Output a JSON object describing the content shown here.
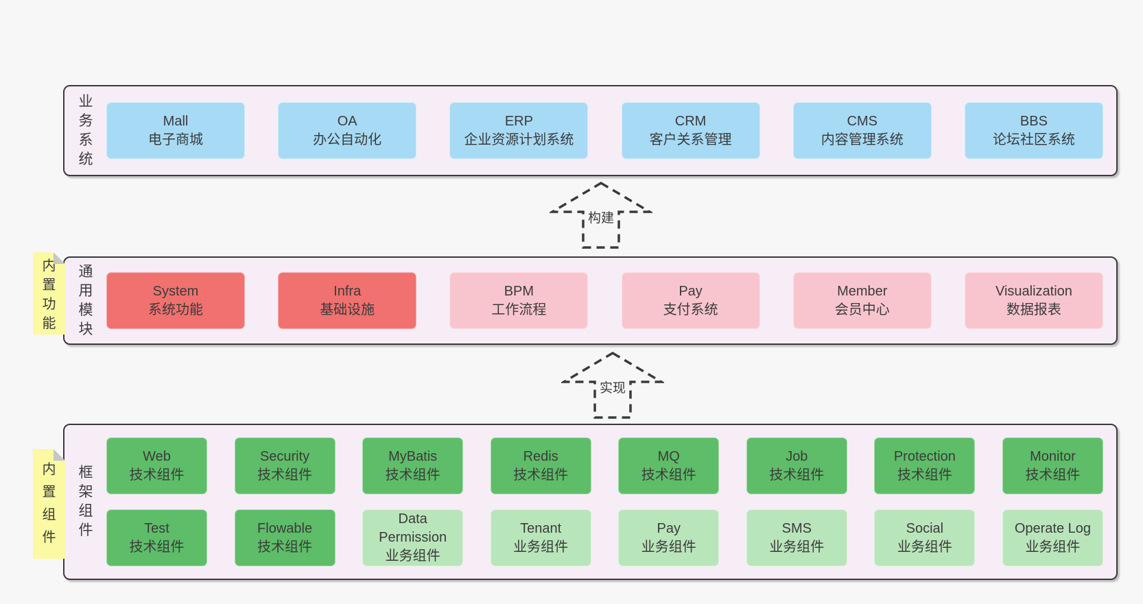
{
  "palette": {
    "page_bg": "#f7f7f7",
    "band_bg": "#f7edf6",
    "band_border": "#3a3a3a",
    "blue": "#a7daf5",
    "red": "#f0716f",
    "pink": "#f8c5ce",
    "green": "#5ebd68",
    "light_green": "#b9e5bb",
    "sticky_yellow": "#fbf9a1",
    "sticky_fold": "#c6c6c6",
    "text": "#3b3b3b"
  },
  "arrows": [
    {
      "label": "构建"
    },
    {
      "label": "实现"
    }
  ],
  "stickies": [
    {
      "label": "内置功能"
    },
    {
      "label": "内置组件"
    }
  ],
  "bands": [
    {
      "label": "业务系统",
      "boxes": [
        {
          "title": "Mall",
          "subtitle": "电子商城"
        },
        {
          "title": "OA",
          "subtitle": "办公自动化"
        },
        {
          "title": "ERP",
          "subtitle": "企业资源计划系统"
        },
        {
          "title": "CRM",
          "subtitle": "客户关系管理"
        },
        {
          "title": "CMS",
          "subtitle": "内容管理系统"
        },
        {
          "title": "BBS",
          "subtitle": "论坛社区系统"
        }
      ]
    },
    {
      "label": "通用模块",
      "boxes": [
        {
          "title": "System",
          "subtitle": "系统功能"
        },
        {
          "title": "Infra",
          "subtitle": "基础设施"
        },
        {
          "title": "BPM",
          "subtitle": "工作流程"
        },
        {
          "title": "Pay",
          "subtitle": "支付系统"
        },
        {
          "title": "Member",
          "subtitle": "会员中心"
        },
        {
          "title": "Visualization",
          "subtitle": "数据报表"
        }
      ]
    },
    {
      "label": "框架组件",
      "rows": [
        {
          "boxes": [
            {
              "title": "Web",
              "subtitle": "技术组件"
            },
            {
              "title": "Security",
              "subtitle": "技术组件"
            },
            {
              "title": "MyBatis",
              "subtitle": "技术组件"
            },
            {
              "title": "Redis",
              "subtitle": "技术组件"
            },
            {
              "title": "MQ",
              "subtitle": "技术组件"
            },
            {
              "title": "Job",
              "subtitle": "技术组件"
            },
            {
              "title": "Protection",
              "subtitle": "技术组件"
            },
            {
              "title": "Monitor",
              "subtitle": "技术组件"
            }
          ]
        },
        {
          "boxes": [
            {
              "title": "Test",
              "subtitle": "技术组件"
            },
            {
              "title": "Flowable",
              "subtitle": "技术组件"
            },
            {
              "title": "Data Permission",
              "subtitle": "业务组件"
            },
            {
              "title": "Tenant",
              "subtitle": "业务组件"
            },
            {
              "title": "Pay",
              "subtitle": "业务组件"
            },
            {
              "title": "SMS",
              "subtitle": "业务组件"
            },
            {
              "title": "Social",
              "subtitle": "业务组件"
            },
            {
              "title": "Operate Log",
              "subtitle": "业务组件"
            }
          ]
        }
      ]
    }
  ]
}
